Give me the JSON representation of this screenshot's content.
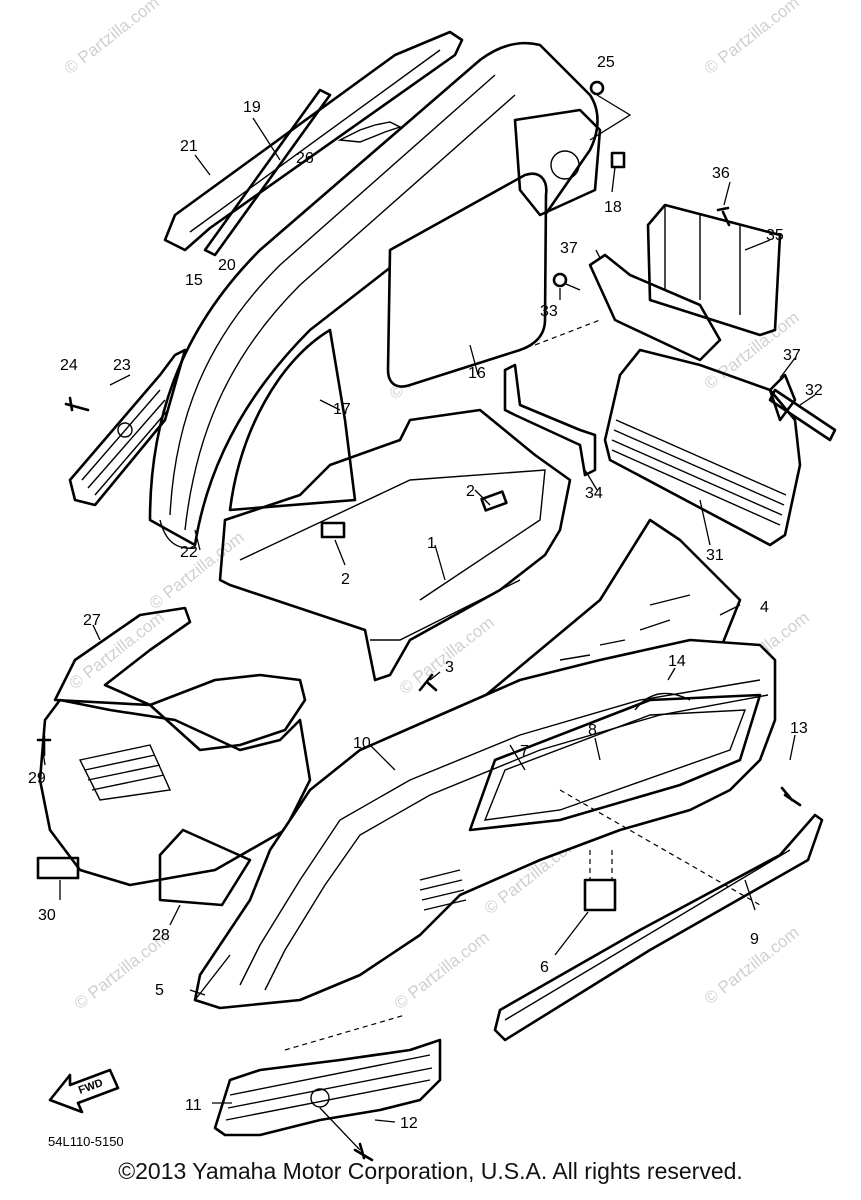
{
  "diagram": {
    "part_numbers": [
      "1",
      "2",
      "2",
      "3",
      "4",
      "5",
      "6",
      "7",
      "8",
      "9",
      "10",
      "11",
      "12",
      "13",
      "14",
      "15",
      "16",
      "17",
      "18",
      "19",
      "20",
      "21",
      "22",
      "23",
      "24",
      "25",
      "26",
      "27",
      "28",
      "29",
      "30",
      "31",
      "32",
      "33",
      "34",
      "35",
      "36",
      "37",
      "37"
    ],
    "watermark_text": "© Partzilla.com",
    "drawing_code": "54L110-5150",
    "fwd_label": "FWD"
  },
  "footer": {
    "copyright": "©2013 Yamaha Motor Corporation, U.S.A. All rights reserved."
  }
}
